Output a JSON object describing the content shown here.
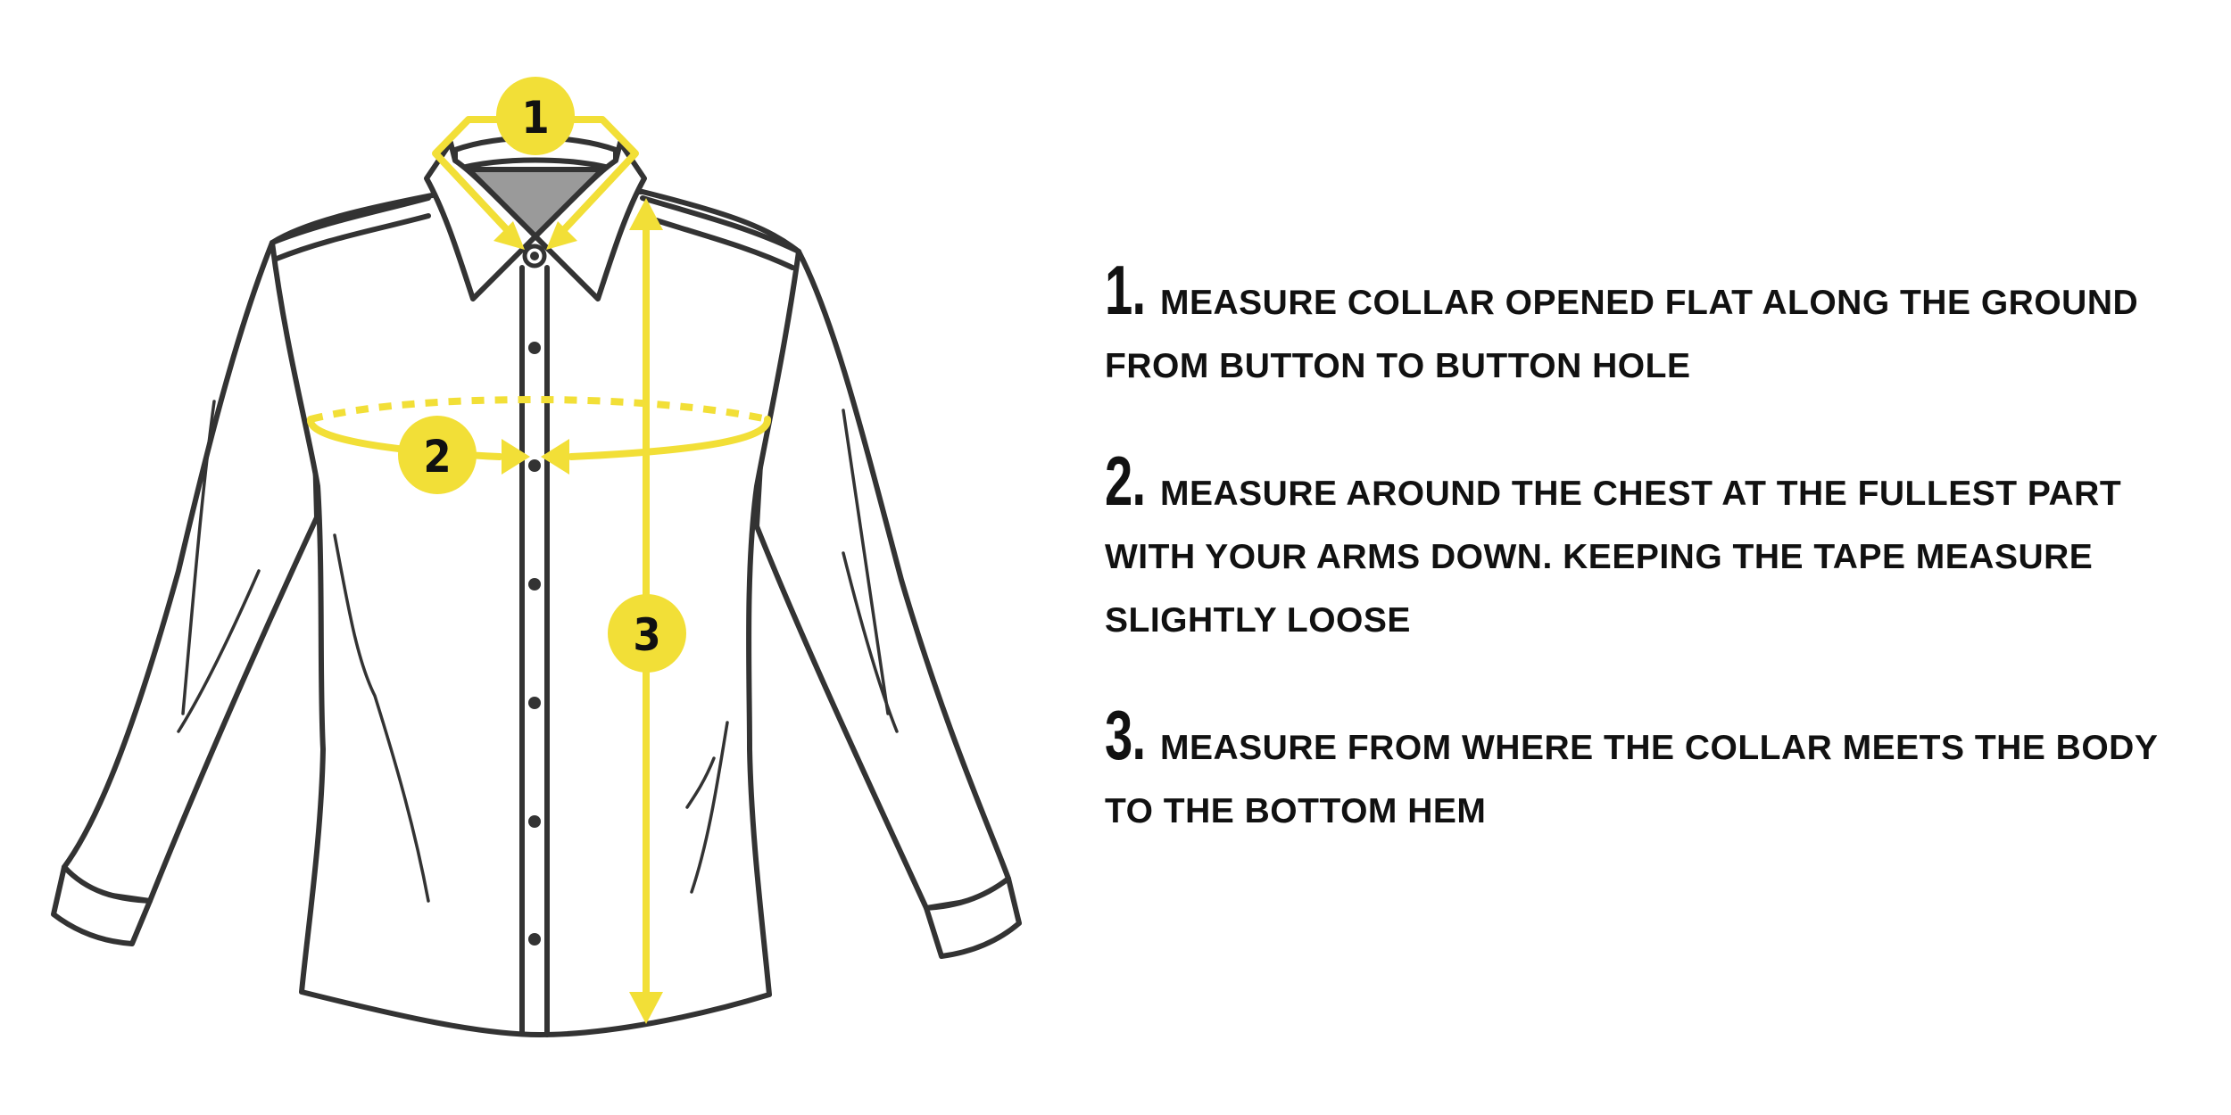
{
  "diagram": {
    "accent_color": "#f2df37",
    "outline_color": "#333333",
    "badges": [
      {
        "label": "1"
      },
      {
        "label": "2"
      },
      {
        "label": "3"
      }
    ]
  },
  "instructions": {
    "steps": [
      {
        "number": "1.",
        "text": "MEASURE COLLAR OPENED FLAT ALONG THE GROUND FROM BUTTON TO BUTTON HOLE"
      },
      {
        "number": "2.",
        "text": "MEASURE AROUND THE CHEST AT THE FULLEST PART WITH YOUR ARMS DOWN. KEEPING THE TAPE MEASURE SLIGHTLY LOOSE"
      },
      {
        "number": "3.",
        "text": "MEASURE FROM WHERE THE COLLAR MEETS THE BODY TO THE BOTTOM HEM"
      }
    ]
  }
}
